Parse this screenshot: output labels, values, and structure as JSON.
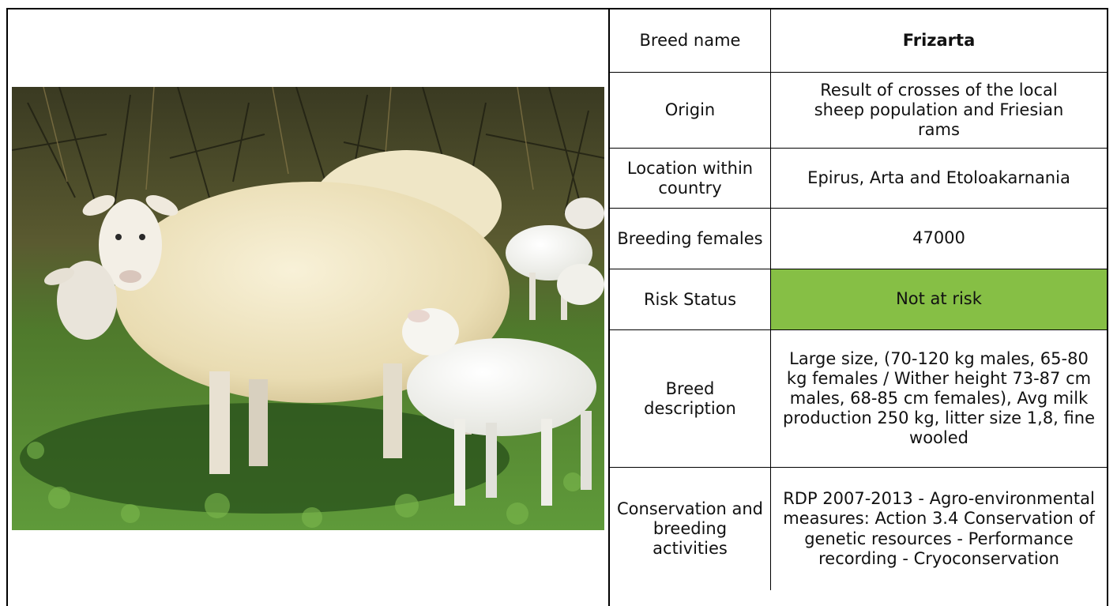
{
  "photo": {
    "subject": "Frizarta sheep ewe with lambs on grass"
  },
  "table": {
    "rows": [
      {
        "label": "Breed name",
        "value": "Frizarta"
      },
      {
        "label": "Origin",
        "value": "Result of crosses of the local sheep population and Friesian rams"
      },
      {
        "label": "Location within country",
        "value": "Epirus, Arta and Etoloakarnania"
      },
      {
        "label": "Breeding females",
        "value": "47000"
      },
      {
        "label": "Risk Status",
        "value": "Not at risk"
      },
      {
        "label": "Breed description",
        "value": "Large size, (70-120 kg males, 65-80 kg females / Wither height 73-87 cm males, 68-85 cm females), Avg milk production 250 kg, litter size 1,8, fine wooled"
      },
      {
        "label": "Conservation and breeding activities",
        "value": "RDP 2007-2013 - Agro-environmental measures: Action 3.4 Conservation of genetic resources - Performance recording - Cryoconservation"
      }
    ]
  },
  "colors": {
    "risk_status": "#86bf45",
    "border": "#000000"
  }
}
